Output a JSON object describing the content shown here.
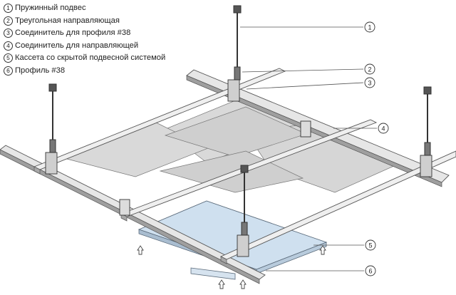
{
  "legend": [
    {
      "num": "1",
      "label": "Пружинный подвес"
    },
    {
      "num": "2",
      "label": "Треугольная направляющая"
    },
    {
      "num": "3",
      "label": "Соединитель для профиля #38"
    },
    {
      "num": "4",
      "label": "Соединитель для направляющей"
    },
    {
      "num": "5",
      "label": "Кассета со скрытой подвесной системой"
    },
    {
      "num": "6",
      "label": "Профиль #38"
    }
  ],
  "callouts": [
    "1",
    "2",
    "3",
    "4",
    "5",
    "6"
  ],
  "colors": {
    "panel": "#d9d9d9",
    "rail_light": "#efefef",
    "rail_dark": "#a8a8a8",
    "rod": "#333333",
    "cassette": "#cfe0ef",
    "line": "#555555"
  }
}
